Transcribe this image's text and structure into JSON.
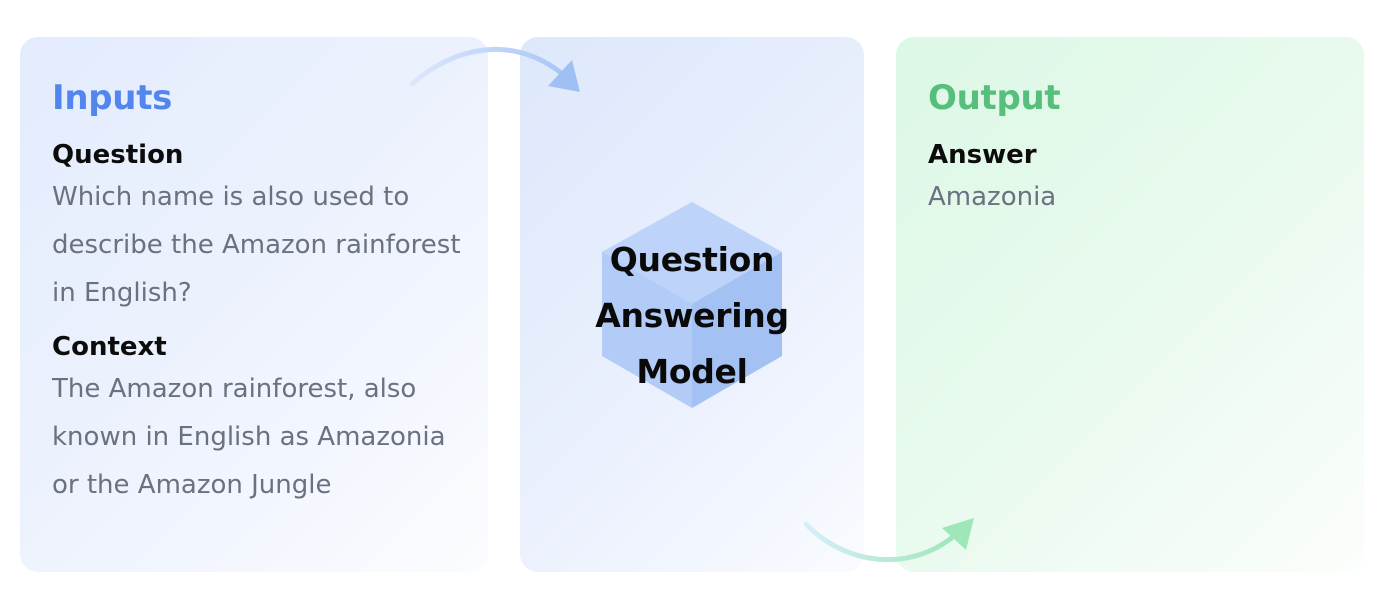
{
  "inputs": {
    "title": "Inputs",
    "question_label": "Question",
    "question_text": "Which name is also used to describe the Amazon rainforest in English?",
    "context_label": "Context",
    "context_text": "The Amazon rainforest, also known in English as Amazonia or the Amazon Jungle"
  },
  "model": {
    "line1": "Question",
    "line2": "Answering",
    "line3": "Model",
    "icon": "cube-icon"
  },
  "output": {
    "title": "Output",
    "answer_label": "Answer",
    "answer_text": "Amazonia"
  },
  "colors": {
    "inputs_accent": "#5286ee",
    "output_accent": "#56bf7c",
    "body_text": "#6b7180",
    "cube": "#a8c4f5"
  }
}
